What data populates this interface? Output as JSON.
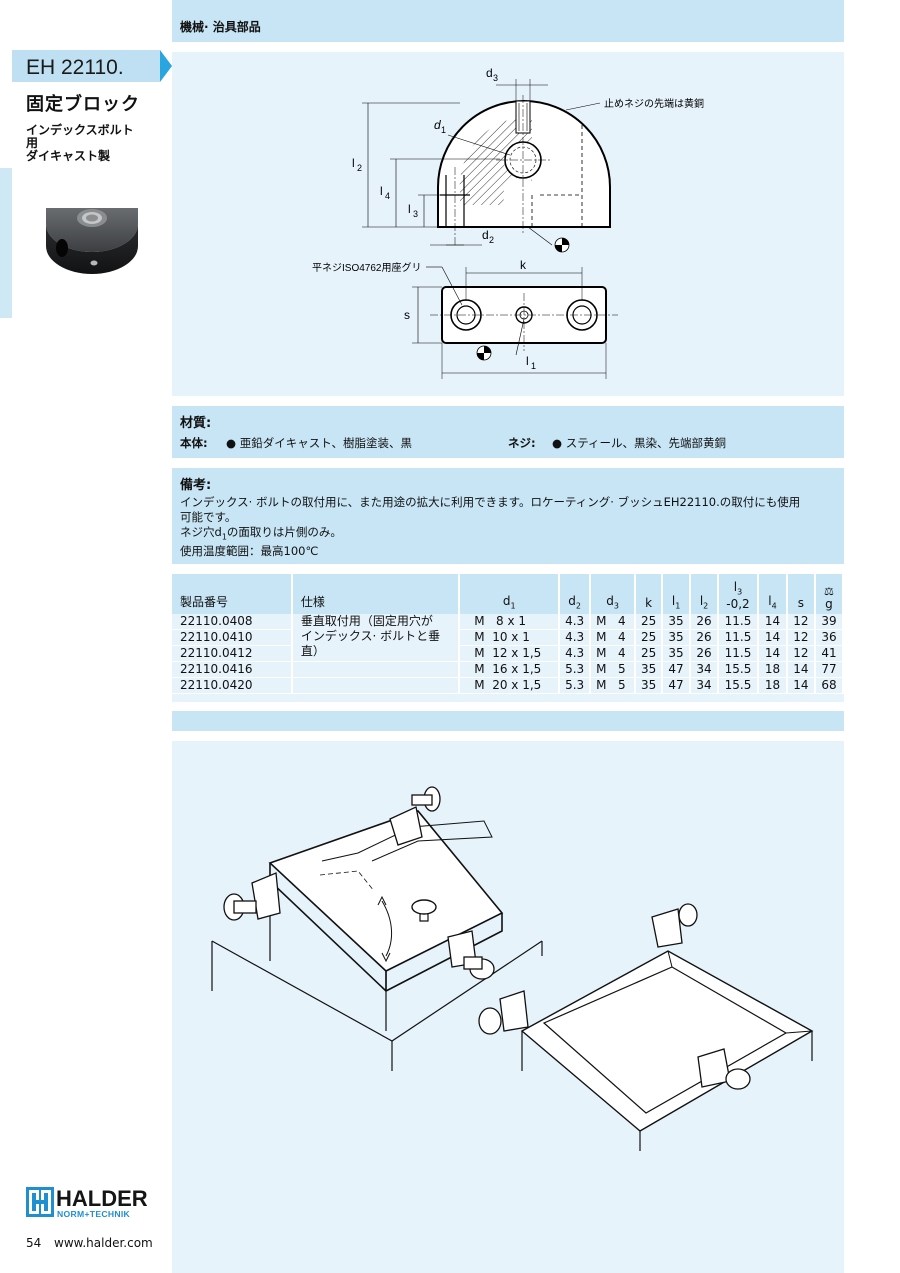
{
  "header": {
    "category": "機械· 治具部品"
  },
  "product": {
    "code": "EH 22110.",
    "title": "固定ブロック",
    "subtitle_lines": [
      "インデックスボルト",
      "用",
      "ダイキャスト製"
    ]
  },
  "drawing": {
    "labels": {
      "d3": "d",
      "d3_sub": "3",
      "d1": "d",
      "d1_sub": "1",
      "d2": "d",
      "d2_sub": "2",
      "l2": "l",
      "l2_sub": "2",
      "l4": "l",
      "l4_sub": "4",
      "l3": "l",
      "l3_sub": "3",
      "l1": "l",
      "l1_sub": "1",
      "k": "k",
      "s": "s",
      "setscrew_note": "止めネジの先端は黄銅",
      "counterbore_note": "平ネジISO4762用座グリ"
    }
  },
  "material": {
    "title": "材質:",
    "body_label": "本体:",
    "body_value": "● 亜鉛ダイキャスト、樹脂塗装、黒",
    "screw_label": "ネジ:",
    "screw_value": "● スティール、黒染、先端部黄銅"
  },
  "notes": {
    "title": "備考:",
    "line1": "インデックス· ボルトの取付用に、また用途の拡大に利用できます。ロケーティング· ブッシュEH22110.の取付にも使用",
    "line2": "可能です。",
    "line3_pre": "ネジ穴d",
    "line3_sub": "1",
    "line3_post": "の面取りは片側のみ。",
    "line4": "使用温度範囲：最高100℃"
  },
  "table": {
    "headers": {
      "part_no": "製品番号",
      "spec": "仕様",
      "d1": "d",
      "d1_sub": "1",
      "d2": "d",
      "d2_sub": "2",
      "d3": "d",
      "d3_sub": "3",
      "k": "k",
      "l1": "l",
      "l1_sub": "1",
      "l2": "l",
      "l2_sub": "2",
      "l3_top": "l",
      "l3_sub": "3",
      "l3_tol": "-0,2",
      "l4": "l",
      "l4_sub": "4",
      "s": "s",
      "g": "g",
      "g_icon": "weight-icon"
    },
    "spec_text_lines": [
      "垂直取付用（固定用穴が",
      "インデックス· ボルトと垂",
      "直）"
    ],
    "rows": [
      {
        "part_no": "22110.0408",
        "d1": "M   8 x 1",
        "d2": "4.3",
        "d3": "M   4",
        "k": "25",
        "l1": "35",
        "l2": "26",
        "l3": "11.5",
        "l4": "14",
        "s": "12",
        "g": "39"
      },
      {
        "part_no": "22110.0410",
        "d1": "M  10 x 1",
        "d2": "4.3",
        "d3": "M   4",
        "k": "25",
        "l1": "35",
        "l2": "26",
        "l3": "11.5",
        "l4": "14",
        "s": "12",
        "g": "36"
      },
      {
        "part_no": "22110.0412",
        "d1": "M  12 x 1,5",
        "d2": "4.3",
        "d3": "M   4",
        "k": "25",
        "l1": "35",
        "l2": "26",
        "l3": "11.5",
        "l4": "14",
        "s": "12",
        "g": "41"
      },
      {
        "part_no": "22110.0416",
        "d1": "M  16 x 1,5",
        "d2": "5.3",
        "d3": "M   5",
        "k": "35",
        "l1": "47",
        "l2": "34",
        "l3": "15.5",
        "l4": "18",
        "s": "14",
        "g": "77"
      },
      {
        "part_no": "22110.0420",
        "d1": "M  20 x 1,5",
        "d2": "5.3",
        "d3": "M   5",
        "k": "35",
        "l1": "47",
        "l2": "34",
        "l3": "15.5",
        "l4": "18",
        "s": "14",
        "g": "68"
      }
    ]
  },
  "footer": {
    "logo_name": "HALDER",
    "logo_tagline": "NORM+TECHNIK",
    "page_number": "54",
    "website": "www.halder.com"
  },
  "colors": {
    "accent_blue": "#29a6e0",
    "panel_light": "#e6f3fb",
    "panel_dark": "#c7e5f5"
  }
}
